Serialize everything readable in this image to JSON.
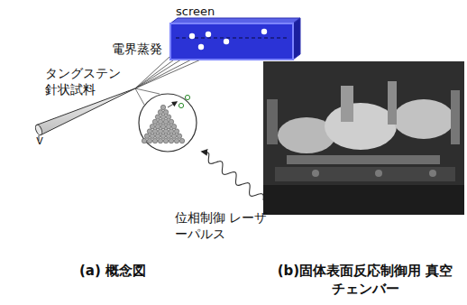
{
  "diagram": {
    "nodes": [
      {
        "text": [
          "screen"
        ]
      }
    ],
    "labels": [
      "電界蒸発",
      "タングステン 針状試料",
      "V",
      "位相制御 レーザーパルス",
      "(a) 概念図",
      "(b)固体表面反応制御用 真空チェンバー"
    ]
  }
}
